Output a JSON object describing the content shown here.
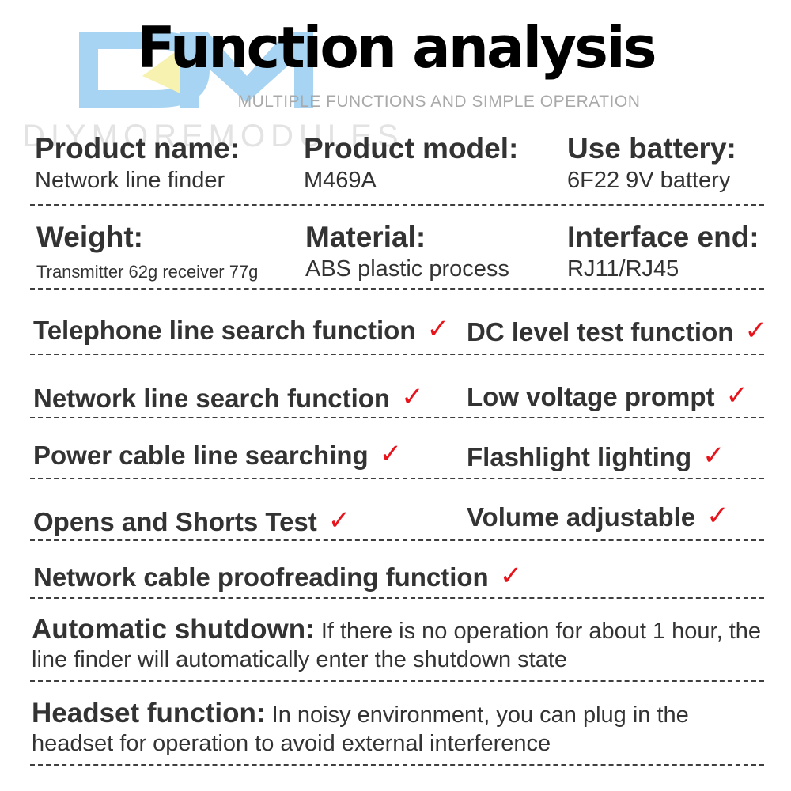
{
  "header": {
    "title": "Function analysis",
    "subtitle": "MULTIPLE FUNCTIONS AND SIMPLE OPERATION"
  },
  "watermark": {
    "logo_letters": "DM",
    "word": "DIYMOREMODULES",
    "colors": {
      "blue": "#a6d4f2",
      "yellow": "#f7f2b0",
      "gray": "#e3e3e3"
    }
  },
  "specs": [
    {
      "label": "Product name:",
      "value": "Network line finder"
    },
    {
      "label": "Product model:",
      "value": "M469A"
    },
    {
      "label": "Use battery:",
      "value": "6F22 9V battery"
    },
    {
      "label": "Weight:",
      "value": "Transmitter 62g receiver 77g"
    },
    {
      "label": "Material:",
      "value": "ABS plastic process"
    },
    {
      "label": "Interface end:",
      "value": "RJ11/RJ45"
    }
  ],
  "features": [
    {
      "label": "Telephone line search function",
      "mark": "✓"
    },
    {
      "label": "DC level test function",
      "mark": "✓"
    },
    {
      "label": "Network line search function",
      "mark": "✓"
    },
    {
      "label": "Low voltage prompt",
      "mark": "✓"
    },
    {
      "label": "Power cable line searching",
      "mark": "✓"
    },
    {
      "label": "Flashlight lighting",
      "mark": "✓"
    },
    {
      "label": "Opens and Shorts Test",
      "mark": "✓"
    },
    {
      "label": "Volume adjustable",
      "mark": "✓"
    },
    {
      "label": "Network cable proofreading function",
      "mark": "✓"
    }
  ],
  "descriptions": [
    {
      "label": "Automatic shutdown:",
      "text": "If there is no operation for about 1 hour, the line finder will automatically enter the shutdown state"
    },
    {
      "label": "Headset function:",
      "text": "In noisy environment, you can plug in the headset for operation to avoid external interference"
    }
  ],
  "colors": {
    "check": "#e8141b",
    "text": "#333333",
    "separator": "#3f3f3f"
  }
}
